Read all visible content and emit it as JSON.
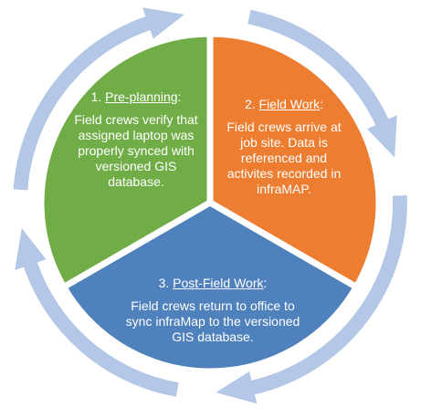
{
  "diagram": {
    "colors": {
      "arrow_ring": "#b4c7e7",
      "arrow_ring_edge": "#a9bfe3",
      "segment_1": "#70ad47",
      "segment_2": "#ed7d31",
      "segment_3": "#4f81bd",
      "divider": "#ffffff",
      "text": "#ffffff"
    },
    "segments": [
      {
        "number": "1.",
        "title": "Pre-planning",
        "suffix": ":",
        "body": "Field crews verify that assigned laptop was properly synced with versioned GIS database."
      },
      {
        "number": "2.",
        "title": "Field Work",
        "suffix": ":",
        "body": "Field crews arrive at job site. Data is referenced and activites recorded in infraMAP."
      },
      {
        "number": "3.",
        "title": "Post-Field Work",
        "suffix": ":",
        "body": "Field crews return to office to sync infraMap to the versioned GIS database."
      }
    ]
  }
}
